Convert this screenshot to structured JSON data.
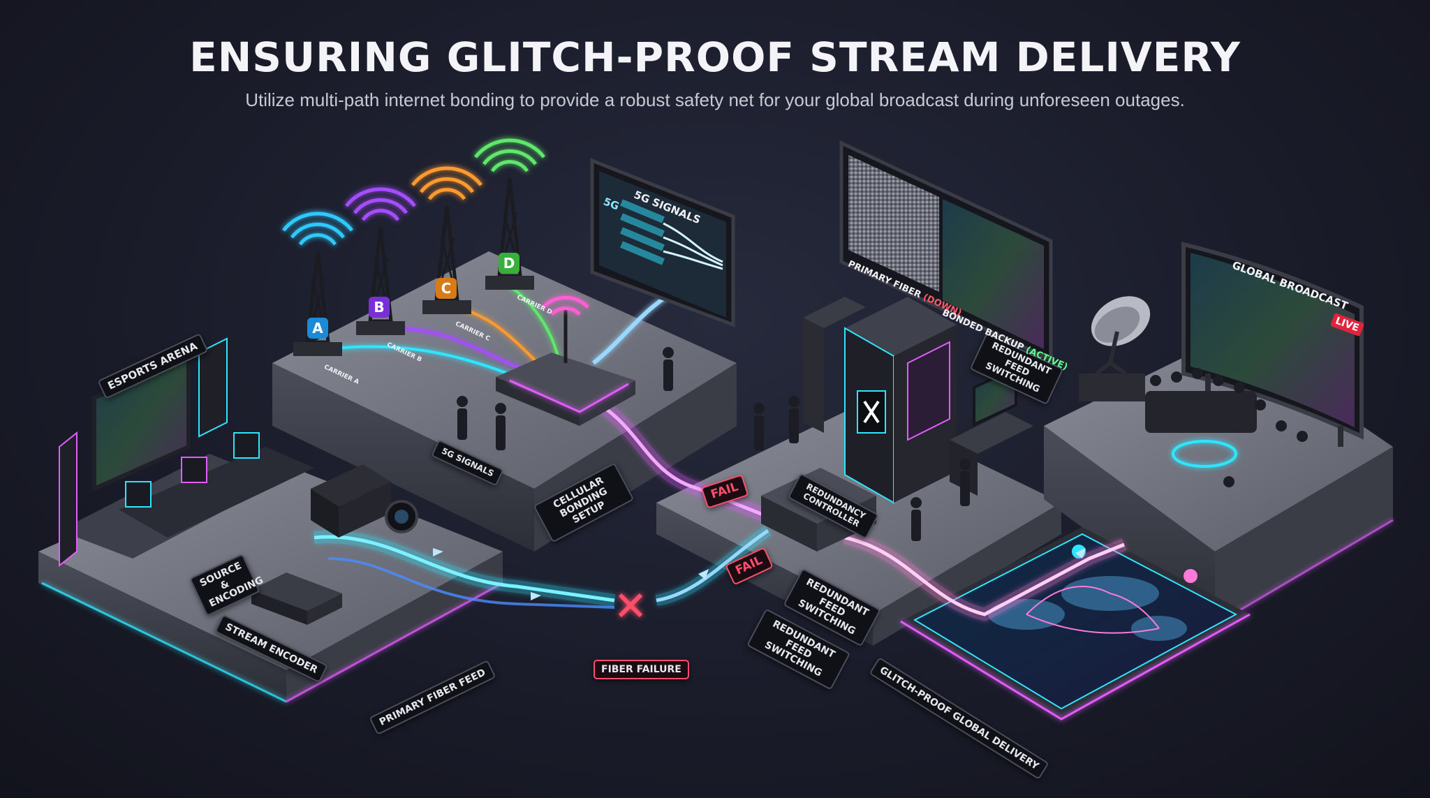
{
  "header": {
    "title": "ENSURING GLITCH-PROOF STREAM DELIVERY",
    "subtitle": "Utilize multi-path internet bonding to provide a robust safety net for your global broadcast during unforeseen outages."
  },
  "labels": {
    "esports_arena": "eSPORTS ARENA",
    "source_encoding": "SOURCE & ENCODING",
    "stream_encoder": "STREAM ENCODER",
    "primary_fiber_feed": "PRIMARY FIBER FEED",
    "fiber_failure": "FIBER FAILURE",
    "fail_1": "FAIL",
    "fail_2": "FAIL",
    "fiveg_signals_floor": "5G SIGNALS",
    "cellular_bonding_setup": "CELLULAR BONDING SETUP",
    "redundancy_controller": "REDUNDANCY CONTROLLER",
    "redundant_feed_switching_1": "REDUNDANT FEED SWITCHING",
    "redundant_feed_switching_2": "REDUNDANT FEED SWITCHING",
    "redundant_feed_switching_3": "REDUNDANT FEED SWITCHING",
    "glitch_proof_global_delivery": "GLITCH-PROOF GLOBAL DELIVERY"
  },
  "carriers": [
    {
      "letter": "A",
      "label": "CARRIER A",
      "color": "#2ec9ff"
    },
    {
      "letter": "B",
      "label": "CARRIER B",
      "color": "#a64dff"
    },
    {
      "letter": "C",
      "label": "CARRIER C",
      "color": "#ff9a2e"
    },
    {
      "letter": "D",
      "label": "CARRIER D",
      "color": "#5ee86a"
    }
  ],
  "signals_screen": {
    "title": "5G SIGNALS",
    "tag": "5G"
  },
  "feed_monitor": {
    "primary_prefix": "PRIMARY FIBER",
    "primary_status": "(DOWN)",
    "backup_prefix": "BONDED BACKUP",
    "backup_status": "(ACTIVE)"
  },
  "broadcast_screen": {
    "title": "GLOBAL BROADCAST",
    "live": "LIVE"
  },
  "colors": {
    "cyan": "#2ee6ff",
    "magenta": "#e45cff",
    "pink": "#ff7ad9",
    "fail_red": "#ff4d6a",
    "active_green": "#5fff8e"
  },
  "icons": [
    "antenna-icon",
    "fail-x-icon",
    "camera-icon",
    "satellite-dish-icon",
    "cloud-icon",
    "world-map-icon",
    "server-logo-icon"
  ]
}
